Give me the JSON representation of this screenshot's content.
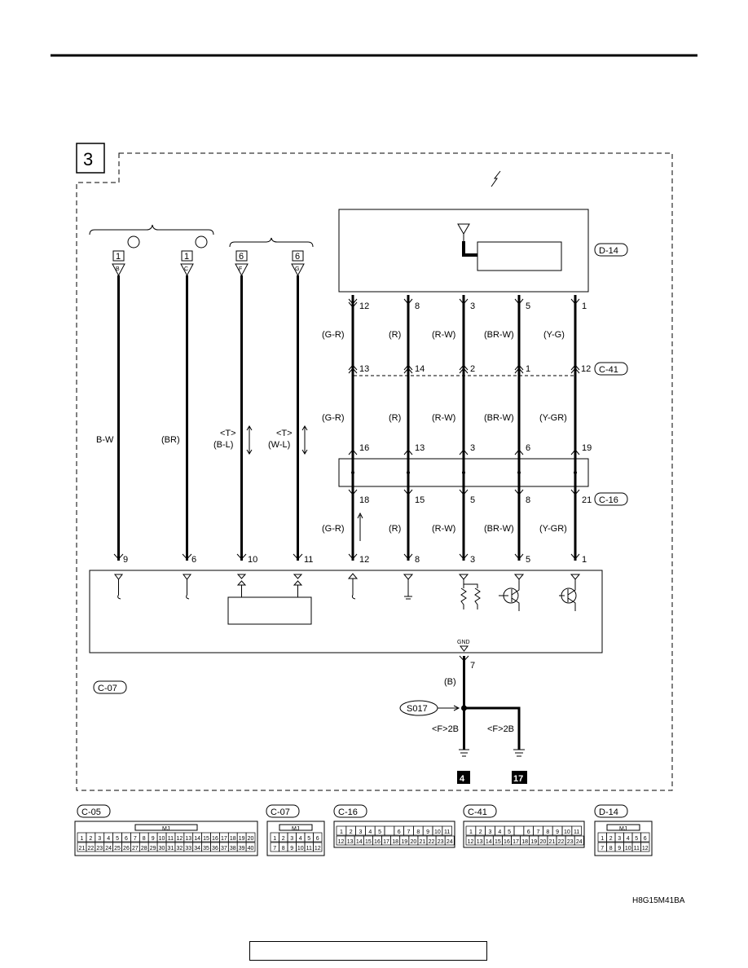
{
  "section_number": "3",
  "doc_code": "H8G15M41BA",
  "connectors": {
    "d14": "D-14",
    "c41": "C-41",
    "c16": "C-16",
    "c07": "C-07",
    "c05": "C-05"
  },
  "left_wires": [
    {
      "ref": "1",
      "letter": "B",
      "wire": "B-W",
      "pin": "9"
    },
    {
      "ref": "1",
      "letter": "C",
      "wire": "(BR)",
      "pin": "6"
    },
    {
      "ref": "6",
      "letter": "F",
      "wire": "(B-L)",
      "tag": "<T>",
      "pin": "10"
    },
    {
      "ref": "6",
      "letter": "G",
      "wire": "(W-L)",
      "tag": "<T>",
      "pin": "11"
    }
  ],
  "right_wires": [
    {
      "d14_pin": "12",
      "d14_color": "(G-R)",
      "c41_pin": "13",
      "mid_color": "(G-R)",
      "c16_top": "16",
      "c16_bot": "18",
      "low_color": "(G-R)",
      "c07_pin": "12"
    },
    {
      "d14_pin": "8",
      "d14_color": "(R)",
      "c41_pin": "14",
      "mid_color": "(R)",
      "c16_top": "13",
      "c16_bot": "15",
      "low_color": "(R)",
      "c07_pin": "8"
    },
    {
      "d14_pin": "3",
      "d14_color": "(R-W)",
      "c41_pin": "2",
      "mid_color": "(R-W)",
      "c16_top": "3",
      "c16_bot": "5",
      "low_color": "(R-W)",
      "c07_pin": "3"
    },
    {
      "d14_pin": "5",
      "d14_color": "(BR-W)",
      "c41_pin": "1",
      "mid_color": "(BR-W)",
      "c16_top": "6",
      "c16_bot": "8",
      "low_color": "(BR-W)",
      "c07_pin": "5"
    },
    {
      "d14_pin": "1",
      "d14_color": "(Y-G)",
      "c41_pin": "12",
      "mid_color": "(Y-GR)",
      "c16_top": "19",
      "c16_bot": "21",
      "low_color": "(Y-GR)",
      "c07_pin": "1"
    }
  ],
  "ground": {
    "label": "GND",
    "pin": "7",
    "wire": "(B)",
    "splice": "S017",
    "branch_left": "<F>2B",
    "branch_right": "<F>2B",
    "ref_left": "4",
    "ref_right": "17"
  },
  "connector_faces": {
    "mj": "MJ",
    "c05_row1": [
      "1",
      "2",
      "3",
      "4",
      "5",
      "6",
      "7",
      "8",
      "9",
      "10",
      "11",
      "12",
      "13",
      "14",
      "15",
      "16",
      "17",
      "18",
      "19",
      "20"
    ],
    "c05_row2": [
      "21",
      "22",
      "23",
      "24",
      "25",
      "26",
      "27",
      "28",
      "29",
      "30",
      "31",
      "32",
      "33",
      "34",
      "35",
      "36",
      "37",
      "38",
      "39",
      "40"
    ],
    "small6_row1": [
      "1",
      "2",
      "3",
      "4",
      "5",
      "6"
    ],
    "small6_row2": [
      "7",
      "8",
      "9",
      "10",
      "11",
      "12"
    ],
    "c16_row1": [
      "1",
      "2",
      "3",
      "4",
      "5",
      "",
      "6",
      "7",
      "8",
      "9",
      "10",
      "11"
    ],
    "c16_row2": [
      "12",
      "13",
      "14",
      "15",
      "16",
      "17",
      "18",
      "19",
      "20",
      "21",
      "22",
      "23",
      "24"
    ],
    "c41_row1": [
      "1",
      "2",
      "3",
      "4",
      "5",
      "",
      "6",
      "7",
      "8",
      "9",
      "10",
      "11"
    ],
    "c41_row2": [
      "12",
      "13",
      "14",
      "15",
      "16",
      "17",
      "18",
      "19",
      "20",
      "21",
      "22",
      "23",
      "24"
    ]
  }
}
